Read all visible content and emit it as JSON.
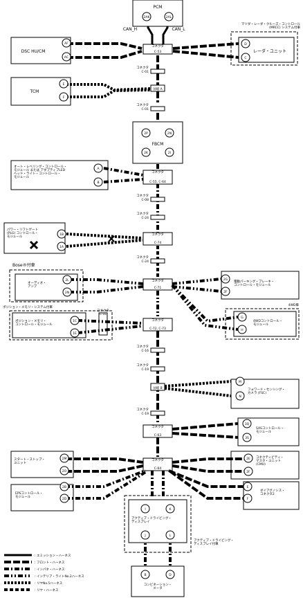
{
  "title_pcm": "PCM",
  "can_h": "CAN_H",
  "can_l": "CAN_L",
  "modules": {
    "pcm": {
      "label": "PCM",
      "pins": [
        "2AK",
        "2AL"
      ]
    },
    "dsc": {
      "label": "DSC HU/CM",
      "pins": [
        "AF",
        "AC"
      ]
    },
    "radar": {
      "label": "レーダ・ユニット",
      "pins": [
        "D",
        "C"
      ],
      "note": "マツダ・レーダ・クルーズ・コントロール\n(MRCC) システム付車"
    },
    "tcm": {
      "label": "TCM",
      "pins": [
        "E",
        "F"
      ]
    },
    "fbcm": {
      "label": "FBCM",
      "pins": [
        "2P",
        "2N",
        "2K",
        "2I"
      ]
    },
    "headlamp": {
      "label": "オート・レベリング・コントロール・\nモジュール または アダプティブLED\nヘッド・ライト・コントロール・\nモジュール",
      "pins": [
        "A",
        "B"
      ]
    },
    "plg": {
      "label": "パワー・リフトゲート\n(PLG) コントロール・\nモジュール",
      "pins": [
        "1B",
        "1A"
      ]
    },
    "audio": {
      "label": "オーディオ・\nアンプ",
      "pins": [
        "2L",
        "2N"
      ],
      "note": "Bose®付車"
    },
    "parking": {
      "label": "電動パーキング・ブレーキ・\nコントロール・モジュール",
      "pins": [
        "2G",
        "2F"
      ]
    },
    "posmem": {
      "label": "ポジション・メモリ・\nコントロール・モジュール",
      "pins": [
        "1C",
        "1E"
      ],
      "note": "ポジション・メモリ・システム付車"
    },
    "awd": {
      "label": "4WDコントロール・\nモジュール",
      "pins": [
        "G",
        "H"
      ],
      "note": "4WD車"
    },
    "fsc": {
      "label": "フォワード・センシング・\nカメラ (FSC)",
      "pins": [
        "M",
        "N"
      ]
    },
    "sas": {
      "label": "SASコントロール・\nモジュール",
      "pins": [
        "3Q",
        "3S"
      ]
    },
    "stst": {
      "label": "スタート・ストップ・\nユニット",
      "pins": [
        "2M",
        "2O"
      ]
    },
    "cmu": {
      "label": "コネクティビティ・\nマスタ・ユニット\n(CMU)",
      "pins": [
        "2E",
        "2F"
      ]
    },
    "eps": {
      "label": "EPSコントロール・\nモジュール",
      "pins": [
        "2B",
        "2D"
      ]
    },
    "diag": {
      "label": "ダイアグノシス・\nコネクタ2",
      "pins": [
        "E",
        "F"
      ]
    },
    "adisp": {
      "label": "アクティブ・ドライビング・\nディスプレイ",
      "pins": [
        "I",
        "K",
        "J",
        "L"
      ],
      "note": "アクティブ・ドライビング・\nディスプレイ付車"
    },
    "meter": {
      "label": "コンビネーション・\nメータ",
      "pins": [
        "B",
        "D"
      ]
    }
  },
  "connectors": {
    "c53": {
      "label": "C-53",
      "caption": "コネクタ"
    },
    "c01a": {
      "label": "C-01",
      "caption": "コネクタ"
    },
    "jsa": {
      "label": "分岐 A",
      "caption": ""
    },
    "c01b": {
      "label": "C-01",
      "caption": "コネクタ"
    },
    "c5564": {
      "label": "C-55, C-64",
      "caption": "コネクタ"
    },
    "c08": {
      "label": "C-08",
      "caption": "コネクタ"
    },
    "c24a": {
      "label": "C-24",
      "caption": "コネクタ"
    },
    "c74": {
      "label": "C-74",
      "caption": "コネクタ"
    },
    "c24b": {
      "label": "C-24",
      "caption": "コネクタ"
    },
    "c71": {
      "label": "C-71",
      "caption": "コネクタ"
    },
    "c31": {
      "label": "C-31",
      "caption": "コネクタ"
    },
    "c7273": {
      "label": "C-72, C-73",
      "caption": "コネクタ"
    },
    "c16": {
      "label": "C-16",
      "caption": "コネクタ"
    },
    "c19a": {
      "label": "C-19",
      "caption": "コネクタ"
    },
    "jsb": {
      "label": "分岐 B",
      "caption": ""
    },
    "c19b": {
      "label": "C-19",
      "caption": "コネクタ"
    },
    "c63": {
      "label": "C-63",
      "caption": "コネクタ"
    },
    "c64": {
      "label": "C-64",
      "caption": "コネクタ"
    }
  },
  "legend": [
    {
      "style": "emission",
      "label": ": エミッション・ハーネス"
    },
    {
      "style": "front",
      "label": ": フロント・ハーネス"
    },
    {
      "style": "inpane",
      "label": ": インパネ・ハーネス"
    },
    {
      "style": "interior",
      "label": ": インテリア・ライトNo.2ハーネス"
    },
    {
      "style": "rearno5",
      "label": ": リヤNo.5ハーネス"
    },
    {
      "style": "rear",
      "label": ": リヤ・ハーネス"
    }
  ],
  "broken_marks": [
    "plg-x",
    "plg-line-x"
  ]
}
